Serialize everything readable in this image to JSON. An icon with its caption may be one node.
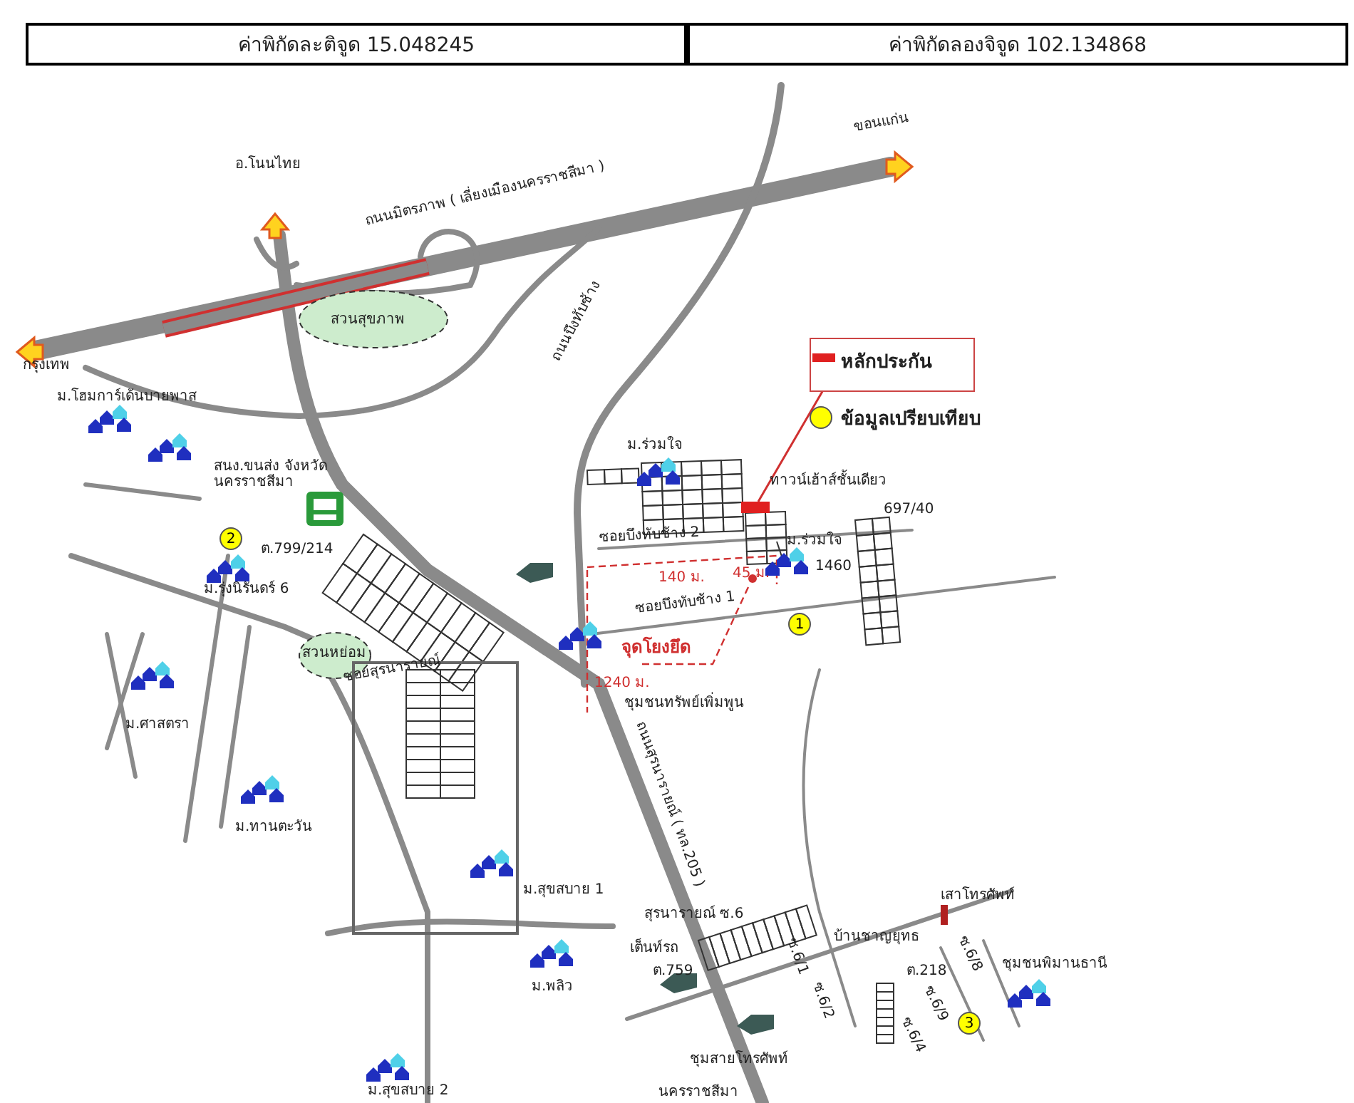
{
  "diagram": {
    "nodes": [
      {
        "text": [
          "1"
        ]
      },
      {
        "text": [
          "2"
        ]
      },
      {
        "text": [
          "3"
        ]
      }
    ],
    "edges": [],
    "labels": [
      "ค่าพิกัดละติจูด 15.048245",
      "ค่าพิกัดลองจิจูด 102.134868",
      "ขอนแก่น",
      "อ.โนนไทย",
      "ถนนมิตรภาพ ( เลี่ยงเมืองนครราชสีมา )",
      "สวนสุขภาพ",
      "กรุงเทพ",
      "ม.โฮมการ์เด้นบายพาส",
      "ถนนบึงทับช้าง",
      "ม.ร่วมใจ",
      "สนง.ขนส่ง จังหวัดนครราชสีมา",
      "ทาวน์เฮ้าส์ชั้นเดียว",
      "697/40",
      "ซอยบึงทับช้าง 2",
      "140 ม.",
      "45 ม.",
      "ม.ร่วมใจ",
      "ต.799/214",
      "ม.รุ่งนิรันดร์ 6",
      "ซอยบึงทับช้าง 1",
      "1460",
      "จุดโยงยึด",
      "1240 ม.",
      "สวนหย่อม",
      "ซอยสุรนารายณ์",
      "ม.ศาสตรา",
      "ชุมชนทรัพย์เพิ่มพูน",
      "ถนนสุรนารายณ์ ( ทล.205 )",
      "ม.ทานตะวัน",
      "ม.สุขสบาย 1",
      "เสาโทรศัพท์",
      "สุรนารายณ์ ซ.6",
      "ซ.6/1",
      "บ้านชาญยุทธ",
      "ซ.6/8",
      "ชุมชนพิมานธานี",
      "เต็นท์รถ",
      "ต.759",
      "ต.218",
      "ซ.6/9",
      "ม.พลิว",
      "ซ.6/2",
      "ซ.6/4",
      "ชุมสายโทรศัพท์",
      "ม.สุขสบาย 2",
      "นครราชสีมา"
    ],
    "legend": [
      {
        "text": "หลักประกัน",
        "color": "#e02020"
      },
      {
        "text": "ข้อมูลเปรียบเทียบ",
        "color": "#ffff00"
      }
    ]
  }
}
